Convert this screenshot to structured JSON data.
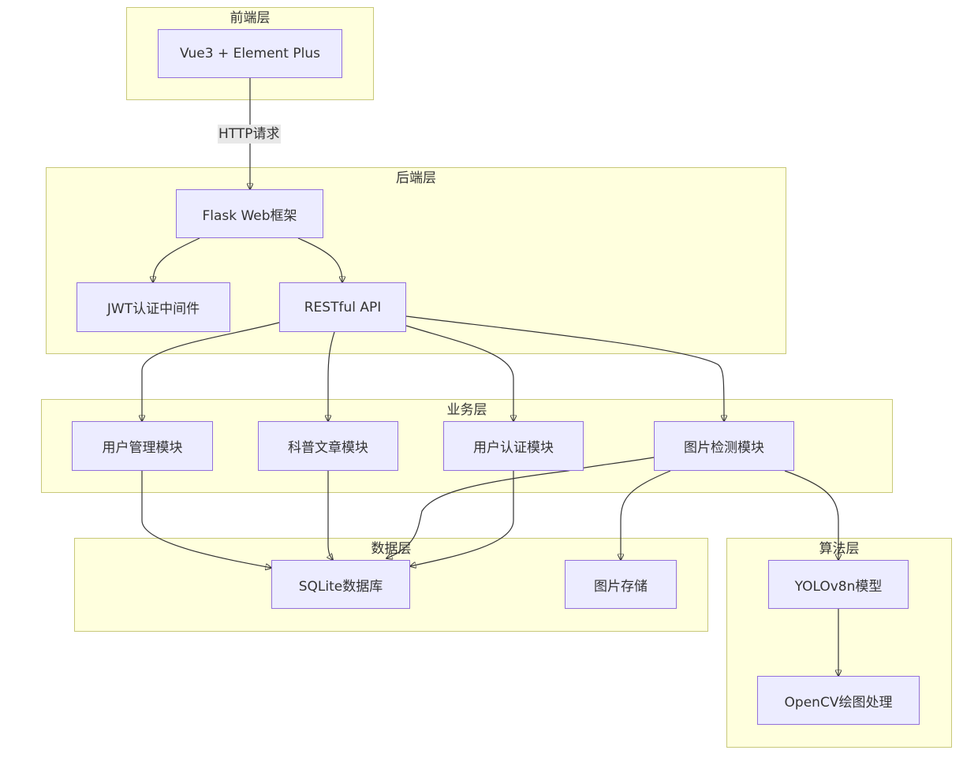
{
  "colors": {
    "cluster_fill": "#ffffde",
    "cluster_border": "#c8c87a",
    "node_fill": "#ececff",
    "node_border": "#9370db",
    "edge": "#333333",
    "edge_label_bg": "#e8e8e8"
  },
  "clusters": {
    "frontend": "前端层",
    "backend": "后端层",
    "business": "业务层",
    "data": "数据层",
    "algorithm": "算法层"
  },
  "nodes": {
    "vue": "Vue3 + Element Plus",
    "flask": "Flask Web框架",
    "jwt": "JWT认证中间件",
    "restful": "RESTful API",
    "user_mgmt": "用户管理模块",
    "article": "科普文章模块",
    "user_auth": "用户认证模块",
    "detect": "图片检测模块",
    "sqlite": "SQLite数据库",
    "image_store": "图片存储",
    "yolo": "YOLOv8n模型",
    "opencv": "OpenCV绘图处理"
  },
  "edges": [
    {
      "from": "vue",
      "to": "flask",
      "label": "HTTP请求"
    },
    {
      "from": "flask",
      "to": "jwt",
      "label": ""
    },
    {
      "from": "flask",
      "to": "restful",
      "label": ""
    },
    {
      "from": "restful",
      "to": "user_mgmt",
      "label": ""
    },
    {
      "from": "restful",
      "to": "article",
      "label": ""
    },
    {
      "from": "restful",
      "to": "user_auth",
      "label": ""
    },
    {
      "from": "restful",
      "to": "detect",
      "label": ""
    },
    {
      "from": "user_mgmt",
      "to": "sqlite",
      "label": ""
    },
    {
      "from": "article",
      "to": "sqlite",
      "label": ""
    },
    {
      "from": "user_auth",
      "to": "sqlite",
      "label": ""
    },
    {
      "from": "detect",
      "to": "sqlite",
      "label": ""
    },
    {
      "from": "detect",
      "to": "image_store",
      "label": ""
    },
    {
      "from": "detect",
      "to": "yolo",
      "label": ""
    },
    {
      "from": "yolo",
      "to": "opencv",
      "label": ""
    }
  ]
}
